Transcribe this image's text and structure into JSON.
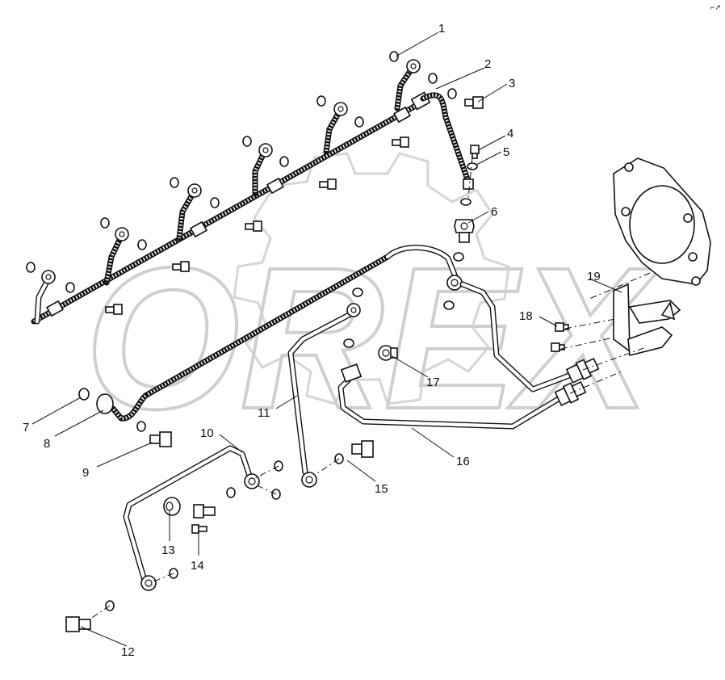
{
  "diagram": {
    "watermark_text": "OREX",
    "corner_mark": "⌐↗",
    "callouts": [
      {
        "id": "c1",
        "label": "1"
      },
      {
        "id": "c2",
        "label": "2"
      },
      {
        "id": "c3",
        "label": "3"
      },
      {
        "id": "c4",
        "label": "4"
      },
      {
        "id": "c5",
        "label": "5"
      },
      {
        "id": "c6",
        "label": "6"
      },
      {
        "id": "c7",
        "label": "7"
      },
      {
        "id": "c8",
        "label": "8"
      },
      {
        "id": "c9",
        "label": "9"
      },
      {
        "id": "c10",
        "label": "10"
      },
      {
        "id": "c11",
        "label": "11"
      },
      {
        "id": "c12",
        "label": "12"
      },
      {
        "id": "c13",
        "label": "13"
      },
      {
        "id": "c14",
        "label": "14"
      },
      {
        "id": "c15",
        "label": "15"
      },
      {
        "id": "c16",
        "label": "16"
      },
      {
        "id": "c17",
        "label": "17"
      },
      {
        "id": "c18",
        "label": "18"
      },
      {
        "id": "c19",
        "label": "19"
      }
    ],
    "colors": {
      "ink": "#111111",
      "watermark": "#cfcfcf",
      "background": "#ffffff"
    }
  }
}
